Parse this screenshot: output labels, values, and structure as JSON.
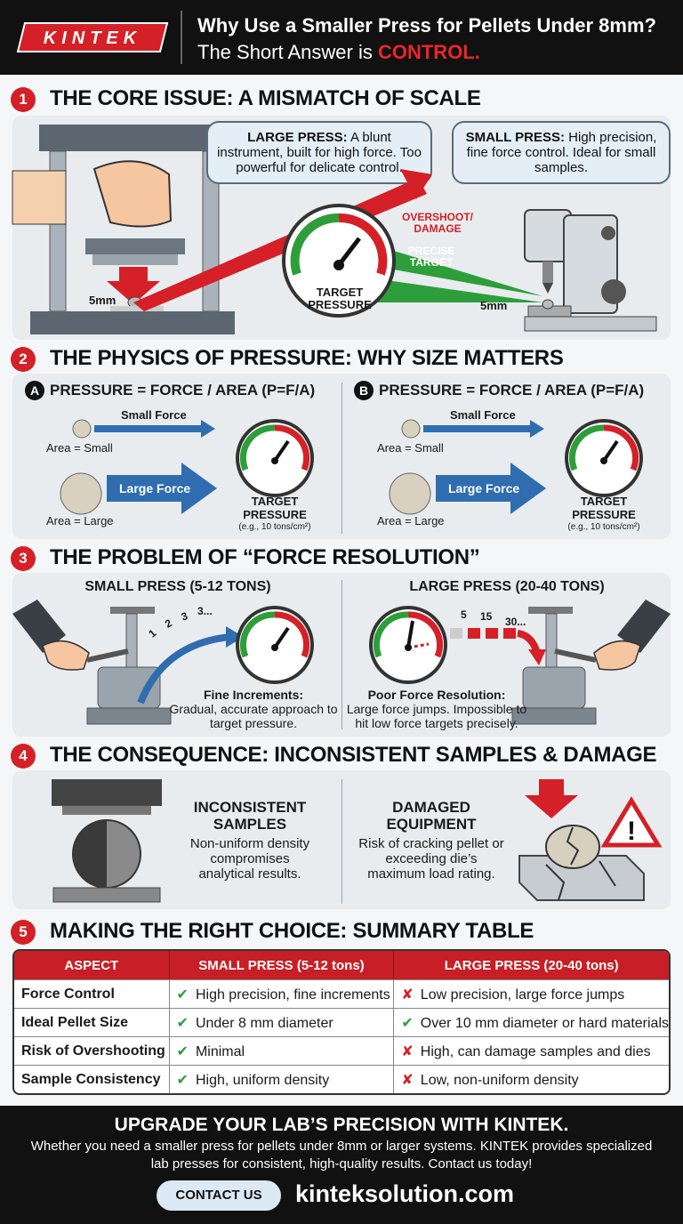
{
  "header": {
    "logo_text": "KINTEK",
    "title_line1": "Why Use a Smaller Press for Pellets Under 8mm?",
    "title_line2_prefix": "The Short Answer is ",
    "title_line2_highlight": "CONTROL."
  },
  "section1": {
    "number": "1",
    "title": "THE CORE ISSUE: A MISMATCH OF SCALE",
    "large_bubble_bold": "LARGE PRESS:",
    "large_bubble_text": " A blunt instrument, built for high force. Too powerful for delicate control.",
    "small_bubble_bold": "SMALL PRESS:",
    "small_bubble_text": " High precision, fine force control. Ideal for small samples.",
    "overshoot_label": "OVERSHOOT/ DAMAGE",
    "precise_label": "PRECISE TARGET",
    "gauge_label": "TARGET PRESSURE",
    "pellet_left": "5mm",
    "pellet_right": "5mm"
  },
  "section2": {
    "number": "2",
    "title": "THE PHYSICS OF PRESSURE: WHY SIZE MATTERS",
    "a_letter": "A",
    "b_letter": "B",
    "formula": "PRESSURE = FORCE / AREA (P=F/A)",
    "small_force": "Small Force",
    "large_force": "Large Force",
    "area_small": "Area = Small",
    "area_large": "Area = Large",
    "target": "TARGET PRESSURE",
    "target_example": "(e.g., 10 tons/cm²)"
  },
  "section3": {
    "number": "3",
    "title": "THE PROBLEM OF “FORCE RESOLUTION”",
    "small_title": "SMALL PRESS (5-12 TONS)",
    "large_title": "LARGE PRESS (20-40 TONS)",
    "small_ticks": [
      "1",
      "2",
      "3",
      "3..."
    ],
    "large_ticks": [
      "5",
      "15",
      "30..."
    ],
    "fine_bold": "Fine Increments:",
    "fine_text": "Gradual, accurate approach to target pressure.",
    "poor_bold": "Poor Force Resolution:",
    "poor_text": "Large force jumps. Impossible to hit low force targets precisely."
  },
  "section4": {
    "number": "4",
    "title": "THE CONSEQUENCE: INCONSISTENT SAMPLES & DAMAGE",
    "left_title": "INCONSISTENT SAMPLES",
    "left_text": "Non-uniform density compromises analytical results.",
    "right_title": "DAMAGED EQUIPMENT",
    "right_text": "Risk of cracking pellet or exceeding die’s maximum load rating."
  },
  "section5": {
    "number": "5",
    "title": "MAKING THE RIGHT CHOICE: SUMMARY TABLE",
    "columns": [
      "ASPECT",
      "SMALL PRESS (5-12 tons)",
      "LARGE PRESS (20-40 tons)"
    ],
    "rows": [
      {
        "aspect": "Force Control",
        "small": "High precision, fine increments",
        "small_mark": "✔",
        "large": "Low precision, large force jumps",
        "large_mark": "✘"
      },
      {
        "aspect": "Ideal Pellet Size",
        "small": "Under 8 mm diameter",
        "small_mark": "✔",
        "large": "Over 10 mm diameter or hard materials",
        "large_mark": "✔"
      },
      {
        "aspect": "Risk of Overshooting",
        "small": "Minimal",
        "small_mark": "✔",
        "large": "High, can damage samples and dies",
        "large_mark": "✘"
      },
      {
        "aspect": "Sample Consistency",
        "small": "High, uniform density",
        "small_mark": "✔",
        "large": "Low, non-uniform density",
        "large_mark": "✘"
      }
    ]
  },
  "footer": {
    "title": "UPGRADE YOUR LAB’S PRECISION WITH KINTEK.",
    "body": "Whether you need a smaller press for pellets under 8mm or larger systems. KINTEK provides specialized lab presses for consistent, high-quality results. Contact us today!",
    "contact_label": "CONTACT US",
    "website": "kinteksolution.com"
  },
  "colors": {
    "brand_red": "#d42026",
    "check_green": "#2d9e3a",
    "arrow_blue": "#2f6db0",
    "dark": "#111111"
  }
}
